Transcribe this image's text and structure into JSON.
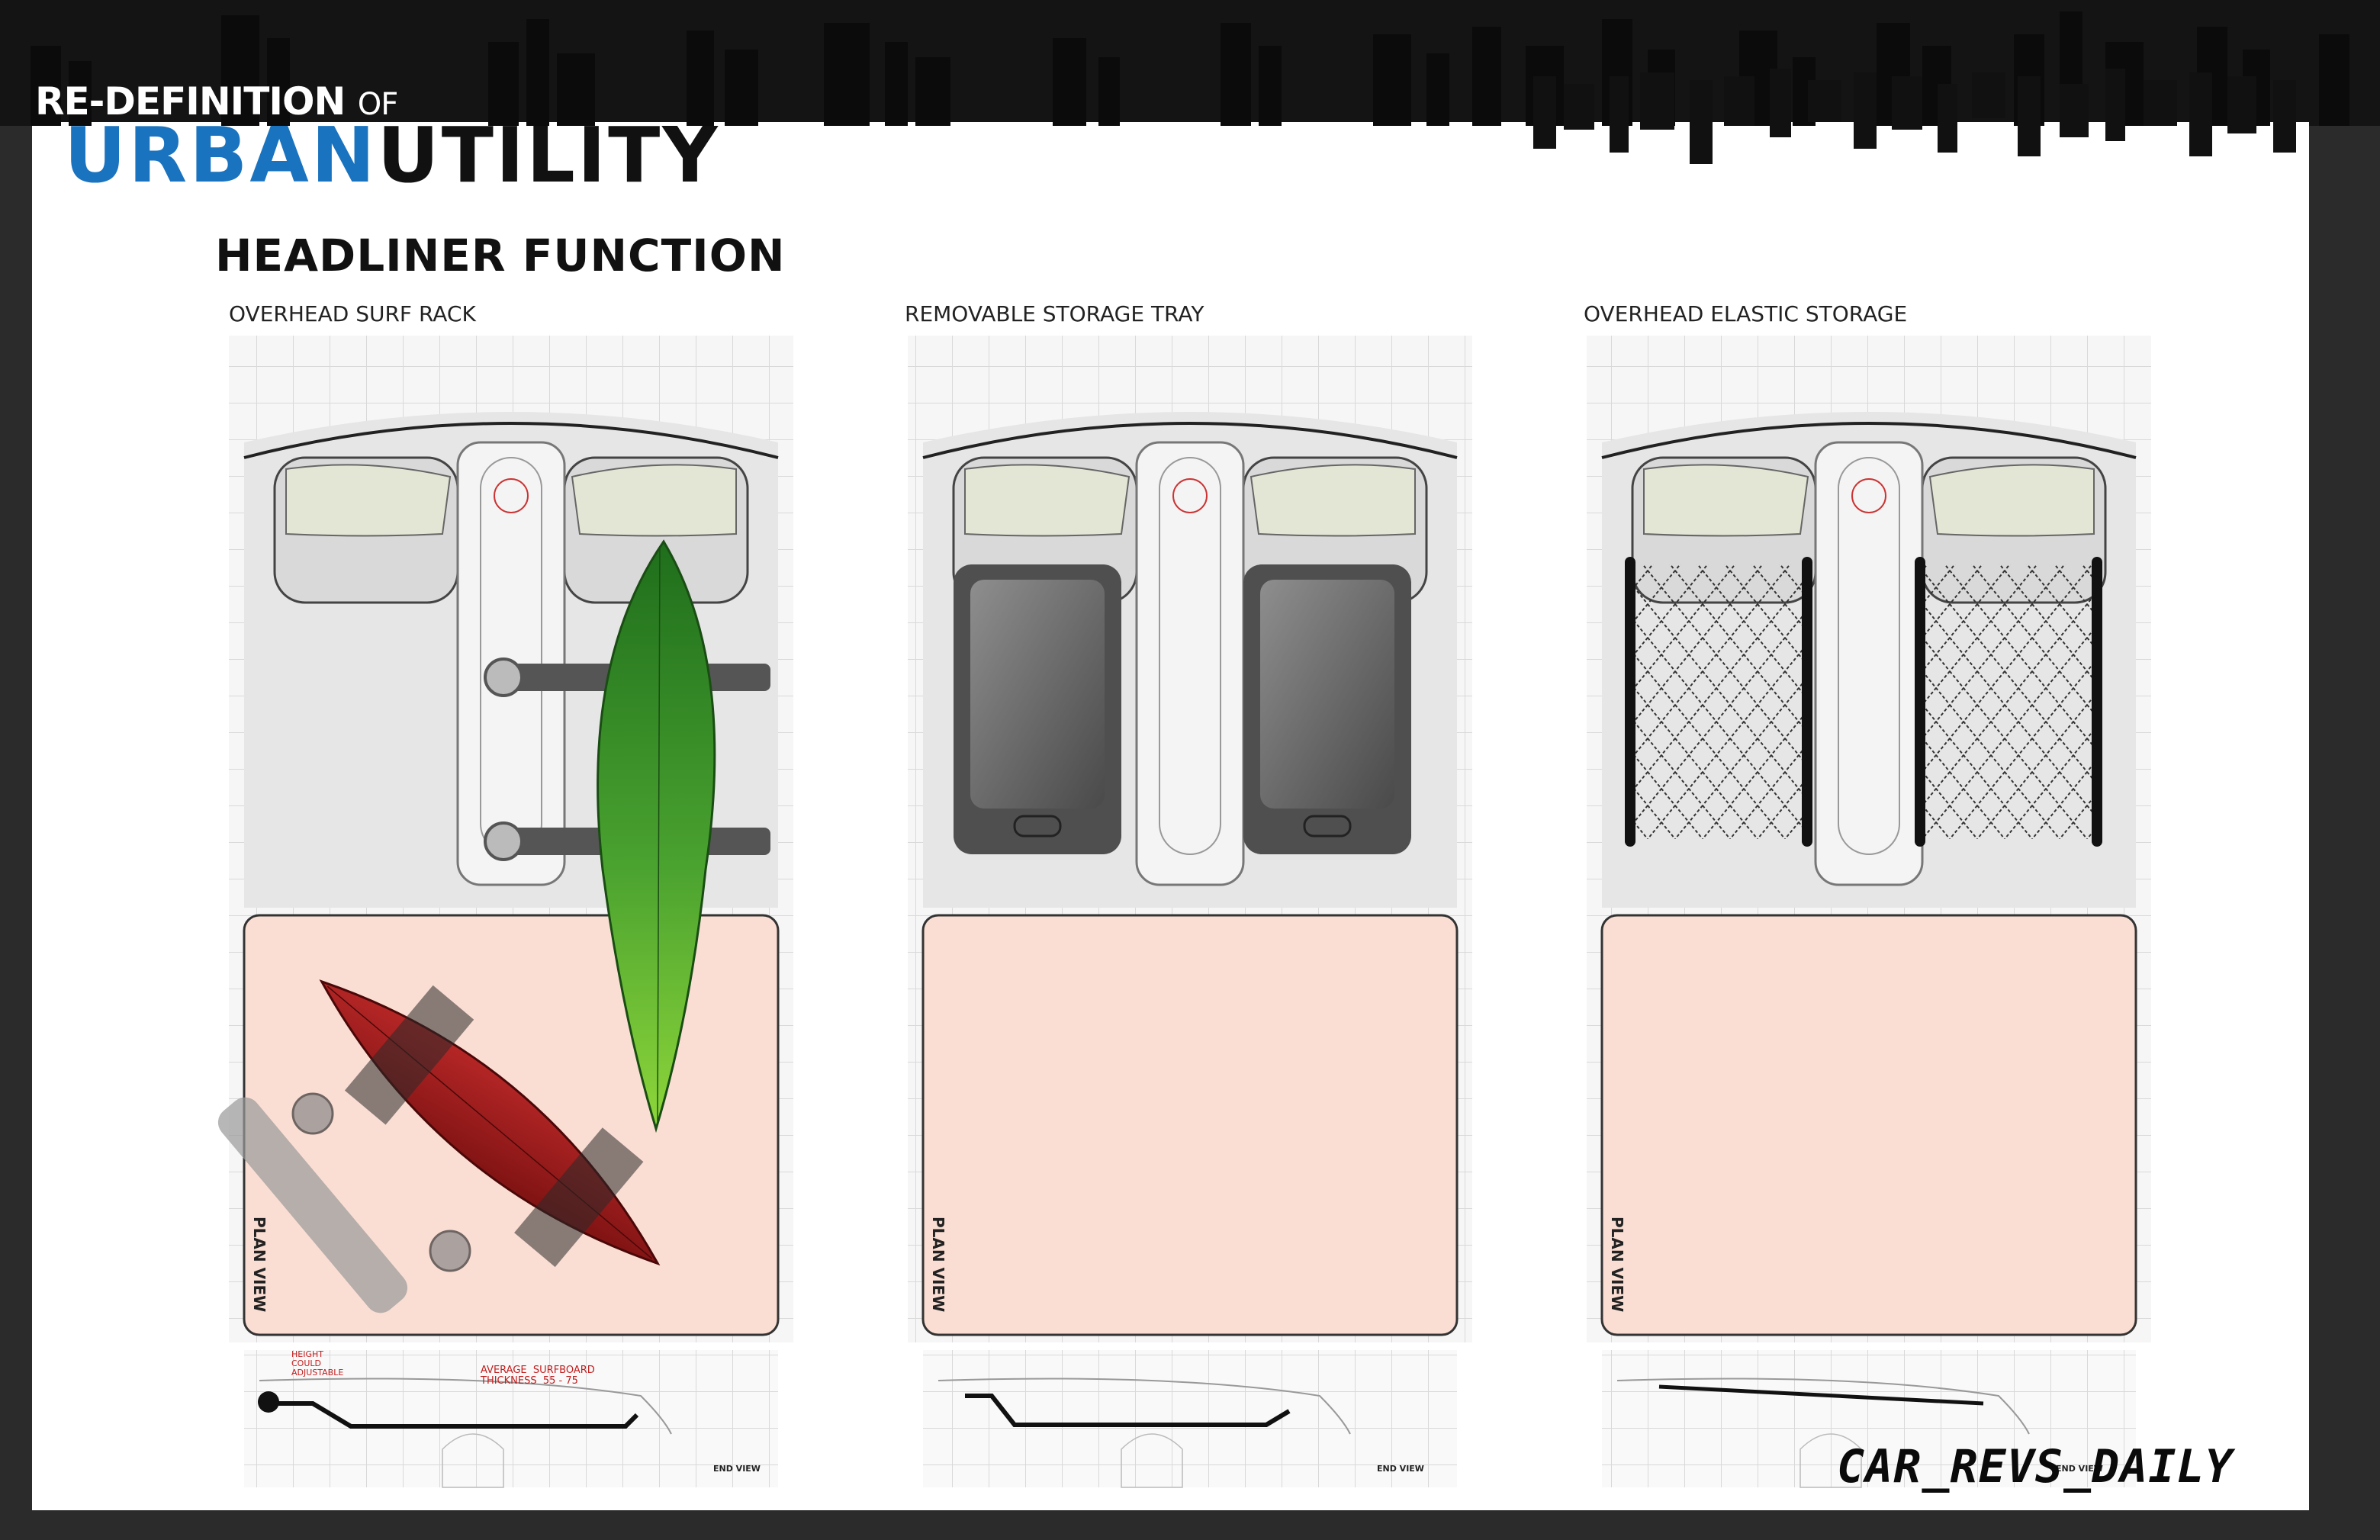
{
  "header": {
    "brand_line1": "RE-DEFINITION",
    "brand_line1_suffix": "OF",
    "brand_word1": "URBAN",
    "brand_word2": "UTILITY",
    "brand_color": "#1a73bf"
  },
  "section_title": "HEADLINER FUNCTION",
  "panels": [
    {
      "title": "OVERHEAD  SURF  RACK",
      "plan_label": "PLAN VIEW",
      "end_label": "END VIEW",
      "feature": "surfboard-rack"
    },
    {
      "title": "REMOVABLE  STORAGE TRAY",
      "plan_label": "PLAN VIEW",
      "end_label": "END VIEW",
      "feature": "storage-trays"
    },
    {
      "title": "OVERHEAD ELASTIC STORAGE",
      "plan_label": "PLAN VIEW",
      "end_label": "END VIEW",
      "feature": "elastic-nets"
    }
  ],
  "surf_notes": {
    "height_note": "HEIGHT\nCOULD\nADJUSTABLE",
    "thickness_note": "AVERAGE  SURFBOARD\nTHICKNESS  55 - 75"
  },
  "colors": {
    "surfboard_green": "#3d9a2a",
    "surfboard_red": "#9c1515",
    "cargo_floor": "#fbded3",
    "background": "#2b2b2b"
  },
  "watermark": "CAR_REVS_DAILY"
}
